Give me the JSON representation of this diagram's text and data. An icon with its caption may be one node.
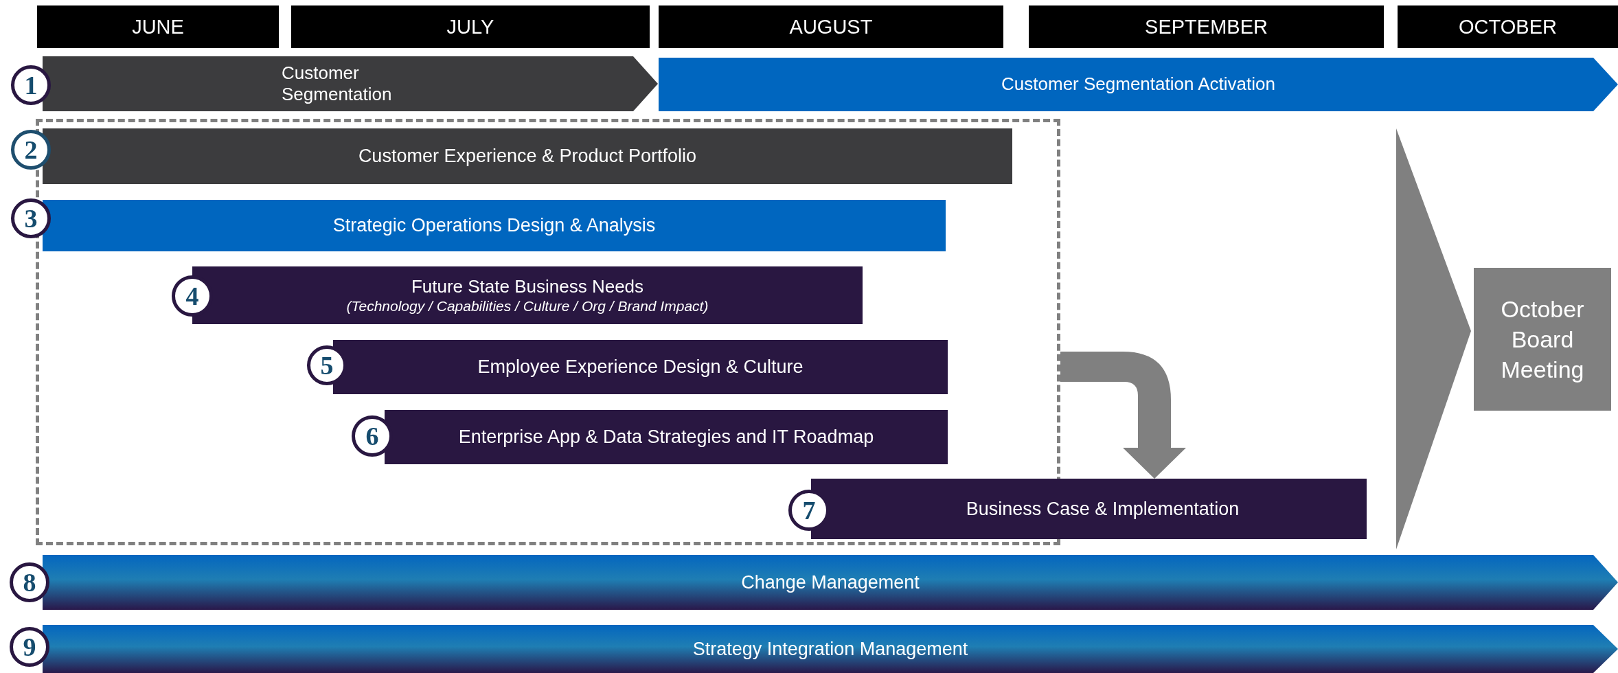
{
  "diagram": {
    "nodes": [
      {
        "text": [
          "JUNE"
        ]
      },
      {
        "text": [
          "JULY"
        ]
      },
      {
        "text": [
          "AUGUST"
        ]
      },
      {
        "text": [
          "SEPTEMBER"
        ]
      },
      {
        "text": [
          "OCTOBER"
        ]
      },
      {
        "text": [
          "1"
        ]
      },
      {
        "text": [
          "Customer Segmentation"
        ]
      },
      {
        "text": [
          "Customer Segmentation Activation"
        ]
      },
      {
        "text": [],
        "shape": "box"
      },
      {
        "text": [
          "2"
        ]
      },
      {
        "text": [
          "Customer Experience & Product Portfolio"
        ],
        "in": 8
      },
      {
        "text": [
          "3"
        ]
      },
      {
        "text": [
          "Strategic Operations Design & Analysis"
        ],
        "in": 8
      },
      {
        "text": [
          "4"
        ],
        "in": 8
      },
      {
        "text": [
          "Future State Business Needs",
          "(Technology / Capabilities / Culture / Org / Brand Impact)"
        ],
        "in": 8
      },
      {
        "text": [
          "5"
        ],
        "in": 8
      },
      {
        "text": [
          "Employee Experience Design & Culture"
        ],
        "in": 8
      },
      {
        "text": [
          "6"
        ],
        "in": 8
      },
      {
        "text": [
          "Enterprise App & Data Strategies and IT Roadmap"
        ],
        "in": 8
      },
      {
        "text": [
          "7"
        ],
        "in": 8
      },
      {
        "text": [
          "Business Case & Implementation"
        ]
      },
      {
        "text": [
          "8"
        ]
      },
      {
        "text": [
          "Change Management"
        ]
      },
      {
        "text": [
          "9"
        ]
      },
      {
        "text": [
          "Strategy Integration Management"
        ]
      },
      {
        "text": [
          "October Board Meeting"
        ]
      }
    ],
    "edges": [
      {
        "from": 8,
        "to": 20,
        "arrow": "to"
      },
      {
        "from": null,
        "to": 25,
        "arrow": "to"
      }
    ]
  }
}
